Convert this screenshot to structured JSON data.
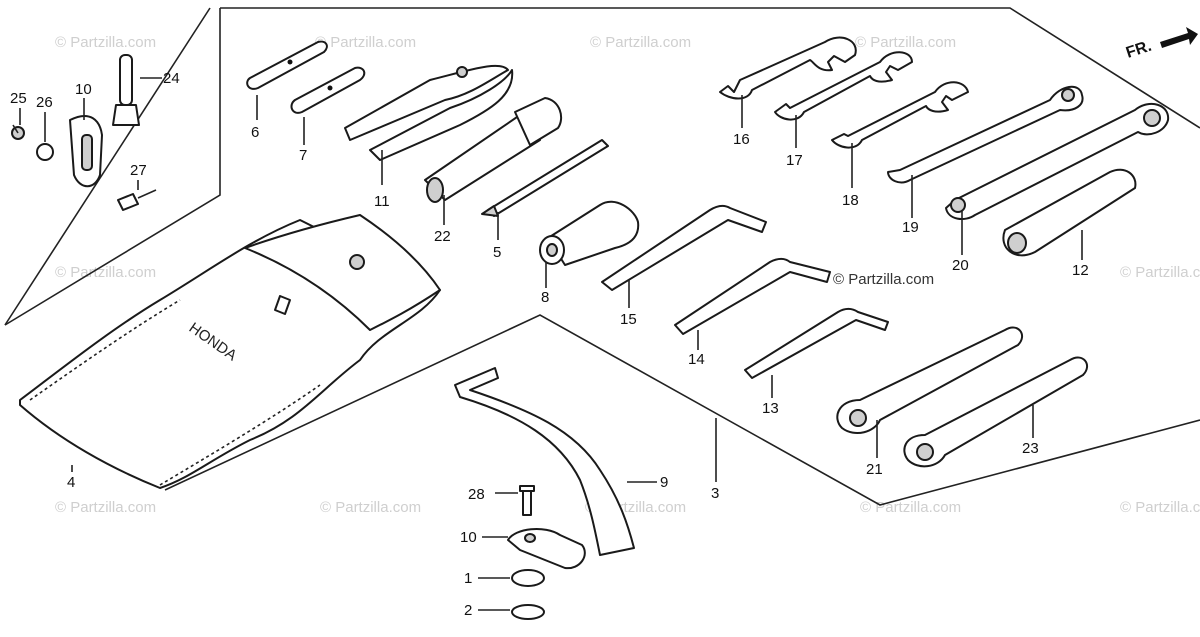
{
  "diagram": {
    "direction_marker": "FR.",
    "bag_print": "HONDA",
    "watermark_text": "© Partzilla.com",
    "callouts": {
      "p1": "1",
      "p2": "2",
      "p3": "3",
      "p4": "4",
      "p5": "5",
      "p6": "6",
      "p7": "7",
      "p8": "8",
      "p9": "9",
      "p10a": "10",
      "p10b": "10",
      "p11": "11",
      "p12": "12",
      "p13": "13",
      "p14": "14",
      "p15": "15",
      "p16": "16",
      "p17": "17",
      "p18": "18",
      "p19": "19",
      "p20": "20",
      "p21": "21",
      "p22": "22",
      "p23": "23",
      "p24": "24",
      "p25": "25",
      "p26": "26",
      "p27": "27",
      "p28": "28"
    }
  }
}
